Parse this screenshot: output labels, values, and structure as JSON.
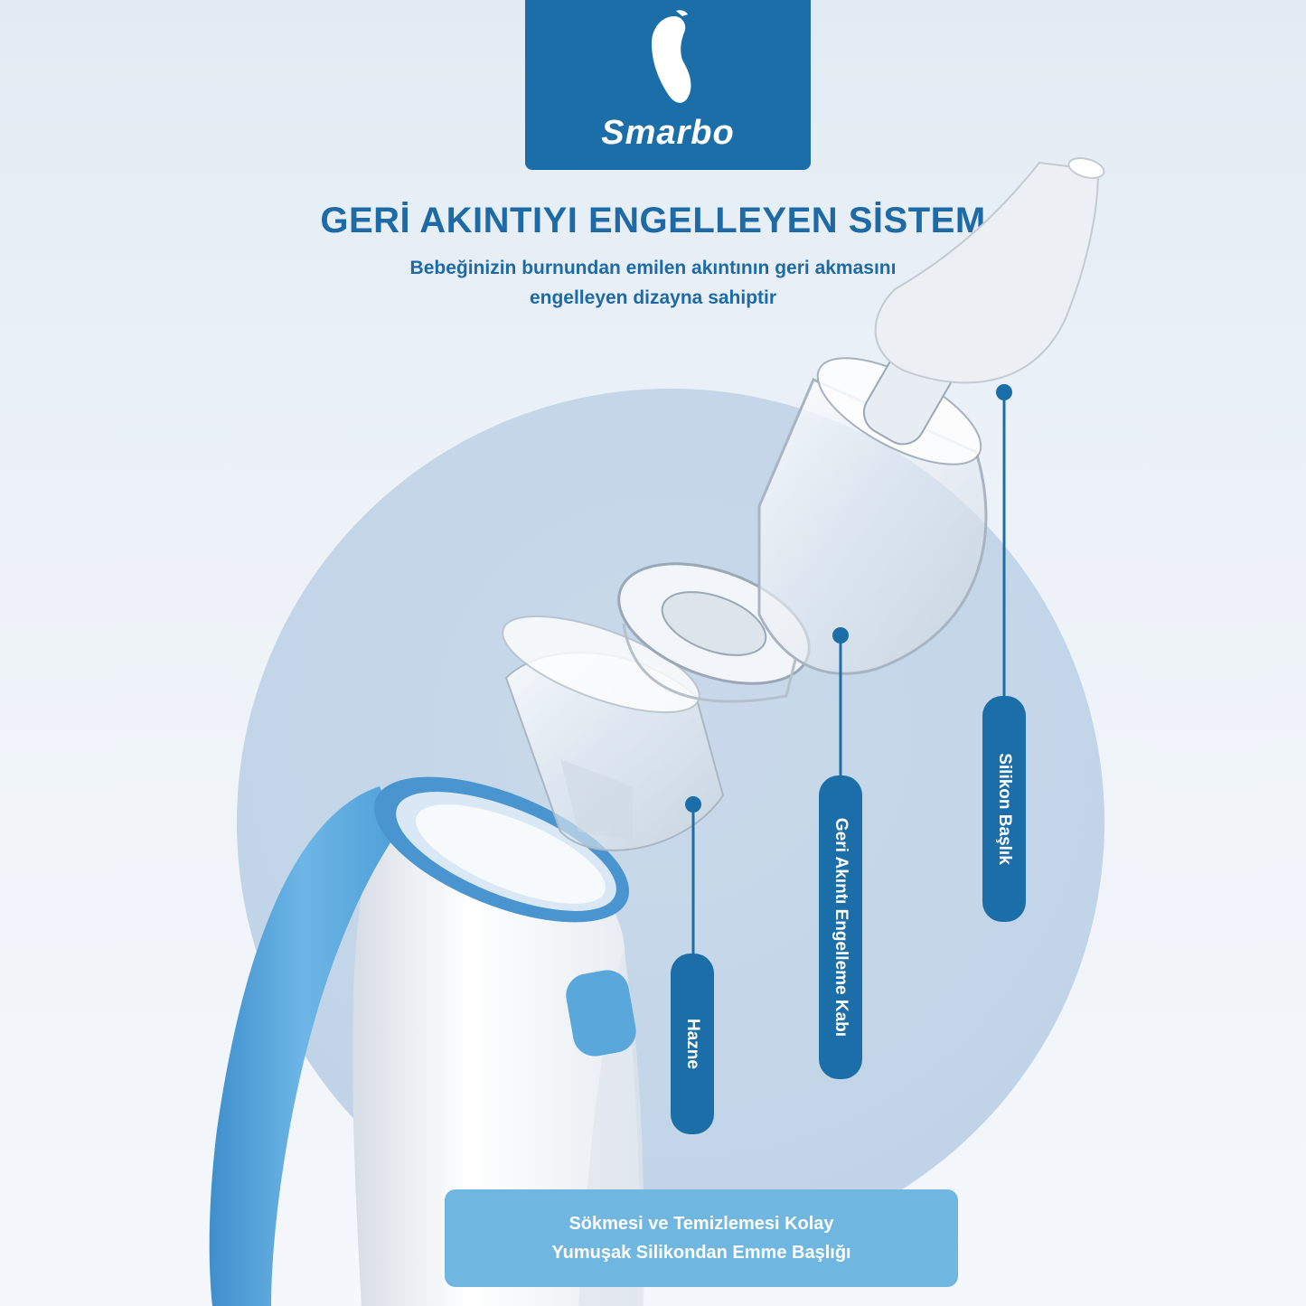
{
  "brand": {
    "name": "Smarbo"
  },
  "headline": "GERİ AKINTIYI ENGELLEYEN SİSTEM",
  "subheadline": {
    "line1": "Bebeğinizin burnundan emilen akıntının geri akmasını",
    "line2": "engelleyen dizayna sahiptir"
  },
  "labels": {
    "silikon": "Silikon Başlık",
    "geri_akinti": "Geri Akıntı Engelleme Kabı",
    "hazne": "Hazne"
  },
  "footer": {
    "line1": "Sökmesi ve Temizlemesi Kolay",
    "line2": "Yumuşak Silikondan Emme Başlığı"
  },
  "colors": {
    "brand_blue": "#1c6ea8",
    "text_blue": "#1e6aa6",
    "light_blue_panel": "#6fb6e0",
    "device_blue": "#5aa7db"
  }
}
